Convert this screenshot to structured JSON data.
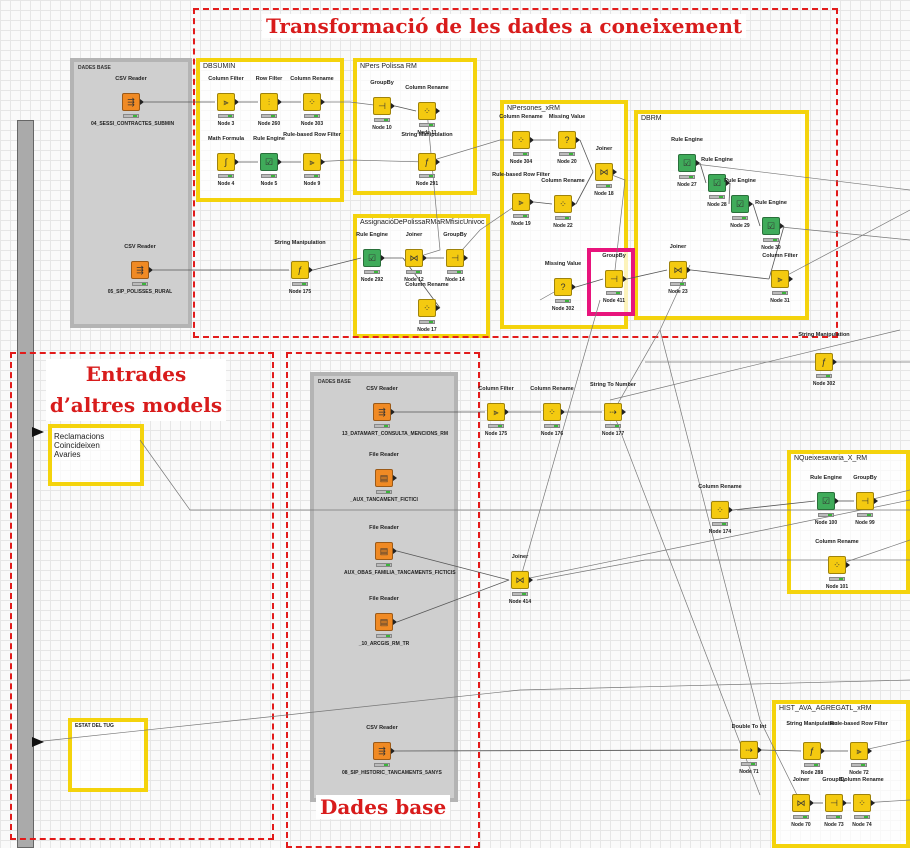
{
  "annotations": {
    "transformation": "Transformació de les dades a coneixement",
    "entrades": "Entrades d’altres models",
    "dades_base": "Dades base"
  },
  "gray_groups": {
    "top": "DADES BASE",
    "bottom": "DADES BASE"
  },
  "metanodes": {
    "dbsumin": "DBSUMIN",
    "npers_polissa": "NPers Polissa RM",
    "assignacio": "AssignacióDePolissaRMaRMfisicUnivoc",
    "npersones": "NPersones_xRM",
    "dbrm": "DBRM",
    "nqueixes": "NQueixesavaria_X_RM",
    "hist": "HIST_AVA_AGREGATL_xRM",
    "tug": "ESTAT DEL TUG"
  },
  "entrades_text": [
    "Reclamacions",
    "Coincideixen",
    "Avaries"
  ],
  "nodes": [
    {
      "id": "csv1",
      "type": "CSV Reader",
      "label": "04_SESSI_CONTRACTES_SUBMIN",
      "color": "orange",
      "icon": "⇶"
    },
    {
      "id": "cf1",
      "type": "Column Filter",
      "label": "Node 3",
      "color": "yellow",
      "icon": "⫸"
    },
    {
      "id": "rf1",
      "type": "Row Filter",
      "label": "Node 260",
      "color": "yellow",
      "icon": "⫶"
    },
    {
      "id": "cr1",
      "type": "Column Rename",
      "label": "Node 303",
      "color": "yellow",
      "icon": "⁘"
    },
    {
      "id": "mf1",
      "type": "Math Formula",
      "label": "Node 4",
      "color": "yellow",
      "icon": "∫"
    },
    {
      "id": "re1",
      "type": "Rule Engine",
      "label": "Node 5",
      "color": "green",
      "icon": "☑"
    },
    {
      "id": "rbrf1",
      "type": "Rule-based Row Filter",
      "label": "Node 9",
      "color": "yellow",
      "icon": "⫸"
    },
    {
      "id": "gb1",
      "type": "GroupBy",
      "label": "Node 10",
      "color": "yellow",
      "icon": "⊣"
    },
    {
      "id": "cr2",
      "type": "Column Rename",
      "label": "Node 11",
      "color": "yellow",
      "icon": "⁘"
    },
    {
      "id": "sm1",
      "type": "String Manipulation",
      "label": "Node 291",
      "color": "yellow",
      "icon": "ƒ"
    },
    {
      "id": "csv2",
      "type": "CSV Reader",
      "label": "05_SIP_POLISSES_RURAL",
      "color": "orange",
      "icon": "⇶"
    },
    {
      "id": "sm2",
      "type": "String Manipulation",
      "label": "Node 175",
      "color": "yellow",
      "icon": "ƒ"
    },
    {
      "id": "re2",
      "type": "Rule Engine",
      "label": "Node 292",
      "color": "green",
      "icon": "☑"
    },
    {
      "id": "jn1",
      "type": "Joiner",
      "label": "Node 12",
      "color": "yellow",
      "icon": "⋈"
    },
    {
      "id": "gb2",
      "type": "GroupBy",
      "label": "Node 14",
      "color": "yellow",
      "icon": "⊣"
    },
    {
      "id": "cr3",
      "type": "Column Rename",
      "label": "Node 17",
      "color": "yellow",
      "icon": "⁘"
    },
    {
      "id": "cr4",
      "type": "Column Rename",
      "label": "Node 304",
      "color": "yellow",
      "icon": "⁘"
    },
    {
      "id": "mv1",
      "type": "Missing Value",
      "label": "Node 20",
      "color": "yellow",
      "icon": "?"
    },
    {
      "id": "jn2",
      "type": "Joiner",
      "label": "Node 18",
      "color": "yellow",
      "icon": "⋈"
    },
    {
      "id": "rbrf2",
      "type": "Rule-based Row Filter",
      "label": "Node 19",
      "color": "yellow",
      "icon": "⫸"
    },
    {
      "id": "cr5",
      "type": "Column Rename",
      "label": "Node 22",
      "color": "yellow",
      "icon": "⁘"
    },
    {
      "id": "mv2",
      "type": "Missing Value",
      "label": "Node 302",
      "color": "yellow",
      "icon": "?"
    },
    {
      "id": "gb3",
      "type": "GroupBy",
      "label": "Node 411",
      "color": "yellow",
      "icon": "⊣"
    },
    {
      "id": "re3",
      "type": "Rule Engine",
      "label": "Node 27",
      "color": "green",
      "icon": "☑"
    },
    {
      "id": "re4",
      "type": "Rule Engine",
      "label": "Node 28",
      "color": "green",
      "icon": "☑"
    },
    {
      "id": "re5",
      "type": "Rule Engine",
      "label": "Node 29",
      "color": "green",
      "icon": "☑"
    },
    {
      "id": "re6",
      "type": "Rule Engine",
      "label": "Node 30",
      "color": "green",
      "icon": "☑"
    },
    {
      "id": "jn3",
      "type": "Joiner",
      "label": "Node 23",
      "color": "yellow",
      "icon": "⋈"
    },
    {
      "id": "cf2",
      "type": "Column Filter",
      "label": "Node 31",
      "color": "yellow",
      "icon": "⫸"
    },
    {
      "id": "sm3",
      "type": "String Manipulation",
      "label": "Node 302",
      "color": "yellow",
      "icon": "ƒ"
    },
    {
      "id": "csv3",
      "type": "CSV Reader",
      "label": "13_DATAMART_CONSULTA_MENCIONS_RM",
      "color": "orange",
      "icon": "⇶"
    },
    {
      "id": "cf3",
      "type": "Column Filter",
      "label": "Node 175",
      "color": "yellow",
      "icon": "⫸"
    },
    {
      "id": "cr6",
      "type": "Column Rename",
      "label": "Node 176",
      "color": "yellow",
      "icon": "⁘"
    },
    {
      "id": "stn",
      "type": "String To Number",
      "label": "Node 177",
      "color": "yellow",
      "icon": "⇢"
    },
    {
      "id": "fr1",
      "type": "File Reader",
      "label": "_AUX_TANCAMENT_FICTICI",
      "color": "orange",
      "icon": "▤"
    },
    {
      "id": "cr7",
      "type": "Column Rename",
      "label": "Node 174",
      "color": "yellow",
      "icon": "⁘"
    },
    {
      "id": "re7",
      "type": "Rule Engine",
      "label": "Node 100",
      "color": "green",
      "icon": "☑"
    },
    {
      "id": "gb4",
      "type": "GroupBy",
      "label": "Node 99",
      "color": "yellow",
      "icon": "⊣"
    },
    {
      "id": "cr8",
      "type": "Column Rename",
      "label": "Node 101",
      "color": "yellow",
      "icon": "⁘"
    },
    {
      "id": "fr2",
      "type": "File Reader",
      "label": "AUX_OBAS_FAMILIA_TANCAMENTS_FICTICIS",
      "color": "orange",
      "icon": "▤"
    },
    {
      "id": "jn4",
      "type": "Joiner",
      "label": "Node 414",
      "color": "yellow",
      "icon": "⋈"
    },
    {
      "id": "fr3",
      "type": "File Reader",
      "label": "_10_ARCGIS_RM_TR",
      "color": "orange",
      "icon": "▤"
    },
    {
      "id": "csv4",
      "type": "CSV Reader",
      "label": "08_SIP_HISTORIC_TANCAMENTS_5ANYS",
      "color": "orange",
      "icon": "⇶"
    },
    {
      "id": "dtt",
      "type": "Double To Int",
      "label": "Node 71",
      "color": "yellow",
      "icon": "⇢"
    },
    {
      "id": "sm4",
      "type": "String Manipulation",
      "label": "Node 288",
      "color": "yellow",
      "icon": "ƒ"
    },
    {
      "id": "rbrf3",
      "type": "Rule-based Row Filter",
      "label": "Node 72",
      "color": "yellow",
      "icon": "⫸"
    },
    {
      "id": "jn5",
      "type": "Joiner",
      "label": "Node 70",
      "color": "yellow",
      "icon": "⋈"
    },
    {
      "id": "gb5",
      "type": "GroupBy",
      "label": "Node 73",
      "color": "yellow",
      "icon": "⊣"
    },
    {
      "id": "cr9",
      "type": "Column Rename",
      "label": "Node 74",
      "color": "yellow",
      "icon": "⁘"
    }
  ],
  "colors": {
    "orange": "#f08a24",
    "yellow": "#f4ca10",
    "green": "#3fab5a",
    "meta_border": "#f4d30c",
    "highlight": "#e8147c",
    "dash": "#e21a1a"
  }
}
